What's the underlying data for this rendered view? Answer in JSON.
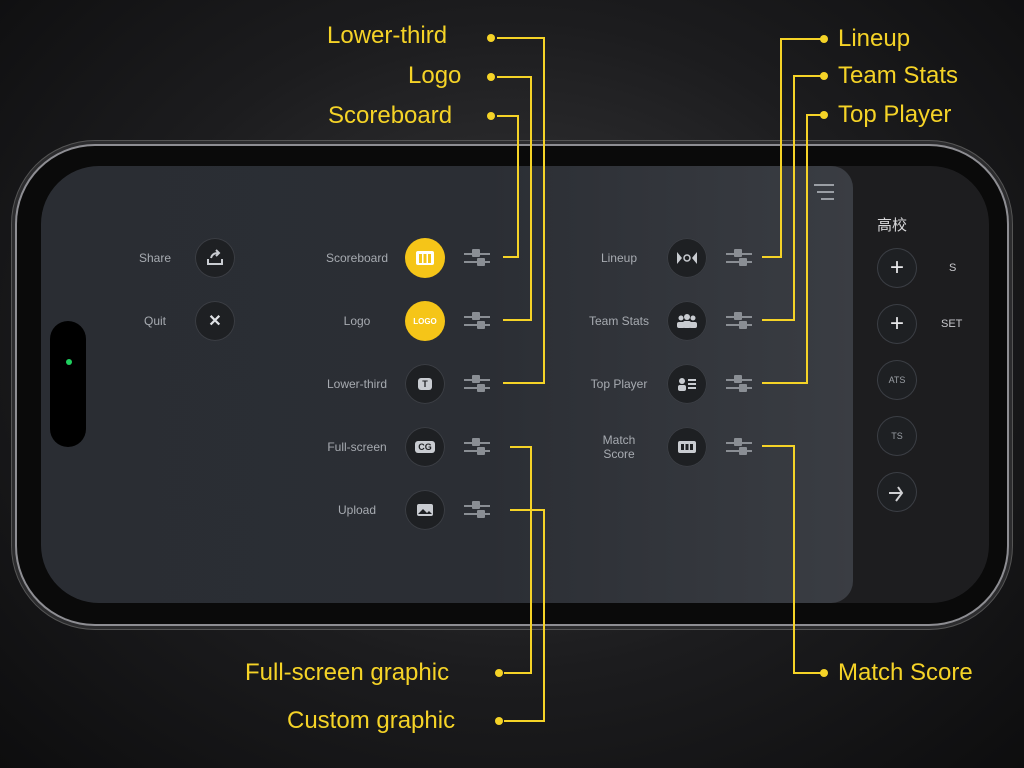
{
  "callouts": {
    "lower_third": "Lower-third",
    "logo": "Logo",
    "scoreboard": "Scoreboard",
    "lineup": "Lineup",
    "team_stats": "Team Stats",
    "top_player": "Top Player",
    "full_screen_graphic": "Full-screen graphic",
    "custom_graphic": "Custom graphic",
    "match_score": "Match Score"
  },
  "left_actions": {
    "share_label": "Share",
    "quit_label": "Quit"
  },
  "graphics_column": {
    "scoreboard_label": "Scoreboard",
    "logo_label": "Logo",
    "logo_badge": "LOGO",
    "lower_third_label": "Lower-third",
    "lower_third_badge": "T",
    "full_screen_label": "Full-screen",
    "full_screen_badge": "CG",
    "upload_label": "Upload"
  },
  "stats_column": {
    "lineup_label": "Lineup",
    "team_stats_label": "Team Stats",
    "top_player_label": "Top Player",
    "match_score_label": "Match\nScore"
  },
  "behind_panel": {
    "header_fragment": "高校",
    "row1_label": "S",
    "row2_label": "SET",
    "row3_fragment": "ATS",
    "row4_fragment": "TS"
  },
  "colors": {
    "accent_yellow": "#f5c518",
    "callout_yellow": "#f5d327",
    "panel": "#2a2d33"
  }
}
